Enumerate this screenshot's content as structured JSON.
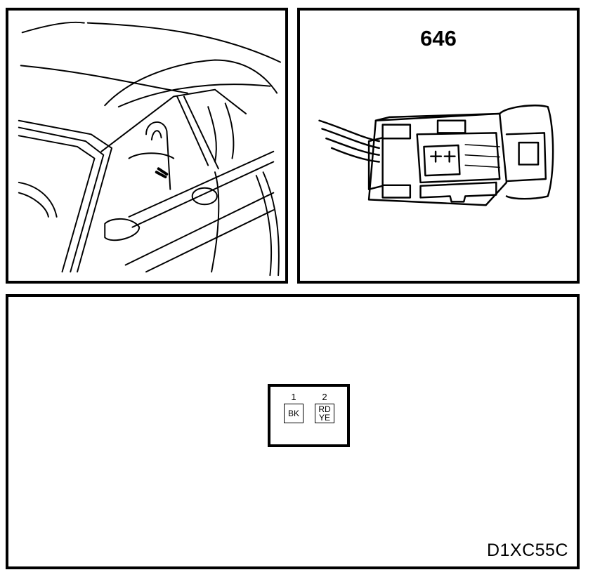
{
  "connector": {
    "number": "646",
    "pins": [
      {
        "number": "1",
        "colors": [
          "BK"
        ]
      },
      {
        "number": "2",
        "colors": [
          "RD",
          "YE"
        ]
      }
    ]
  },
  "diagram_code": "D1XC55C"
}
